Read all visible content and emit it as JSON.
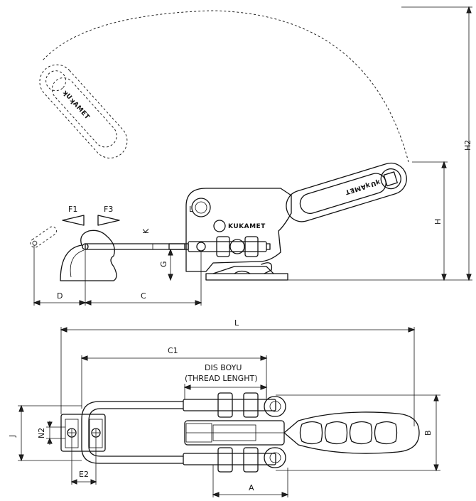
{
  "side_view": {
    "labels": {
      "h2": "H2",
      "h": "H",
      "g": "G",
      "k": "K",
      "f1": "F1",
      "f3": "F3",
      "d": "D",
      "c": "C"
    },
    "brand_text": "KUKAMET"
  },
  "top_view": {
    "labels": {
      "l": "L",
      "c1": "C1",
      "thread_line1": "DIS BOYU",
      "thread_line2": "(THREAD LENGHT)",
      "j": "J",
      "n2": "N2",
      "e2": "E2",
      "a": "A",
      "b": "B"
    }
  }
}
